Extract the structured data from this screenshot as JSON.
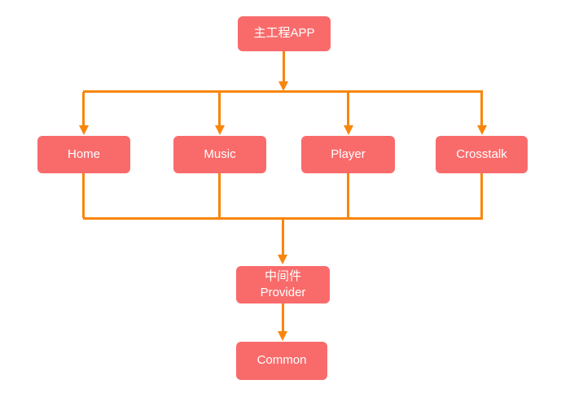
{
  "diagram": {
    "colors": {
      "background": "#FFFFFF",
      "node_fill": "#F96B6B",
      "node_text": "#FFFFFF",
      "connector": "#F8860D"
    },
    "root": {
      "label": "主工程APP"
    },
    "modules": [
      {
        "label": "Home"
      },
      {
        "label": "Music"
      },
      {
        "label": "Player"
      },
      {
        "label": "Crosstalk"
      }
    ],
    "middleware": {
      "line1": "中间件",
      "line2": "Provider"
    },
    "common": {
      "label": "Common"
    }
  }
}
